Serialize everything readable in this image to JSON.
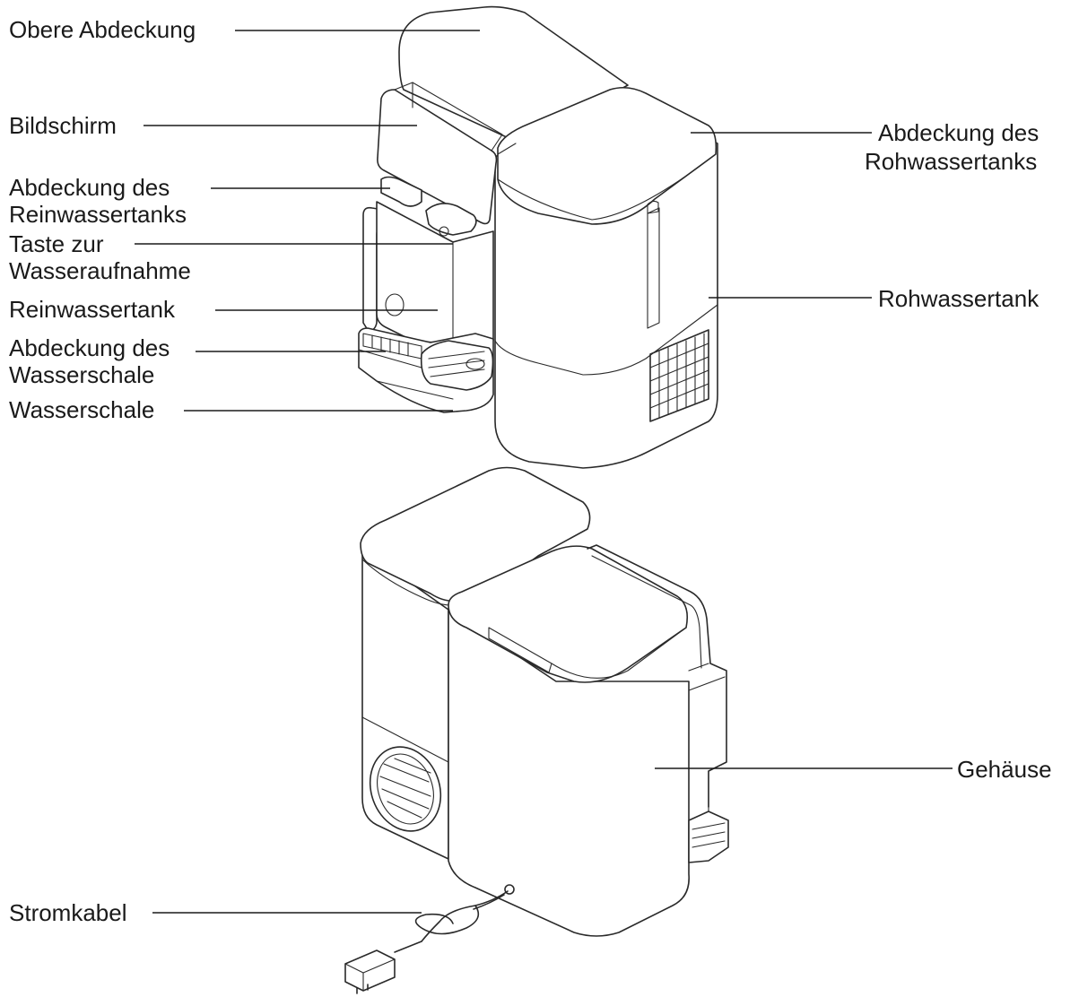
{
  "labels": {
    "top_cover": "Obere Abdeckung",
    "screen": "Bildschirm",
    "pure_tank_cover_1": "Abdeckung des",
    "pure_tank_cover_2": "Reinwassertanks",
    "intake_button_1": "Taste zur",
    "intake_button_2": "Wasseraufnahme",
    "pure_tank": "Reinwassertank",
    "tray_cover_1": "Abdeckung des",
    "tray_cover_2": "Wasserschale",
    "tray": "Wasserschale",
    "raw_tank_cover_1": "Abdeckung des",
    "raw_tank_cover_2": "Rohwassertanks",
    "raw_tank": "Rohwassertank",
    "housing": "Gehäuse",
    "power_cable": "Stromkabel"
  },
  "colors": {
    "line": "#2a2a2a",
    "text": "#1a1a1a",
    "background": "#ffffff"
  }
}
